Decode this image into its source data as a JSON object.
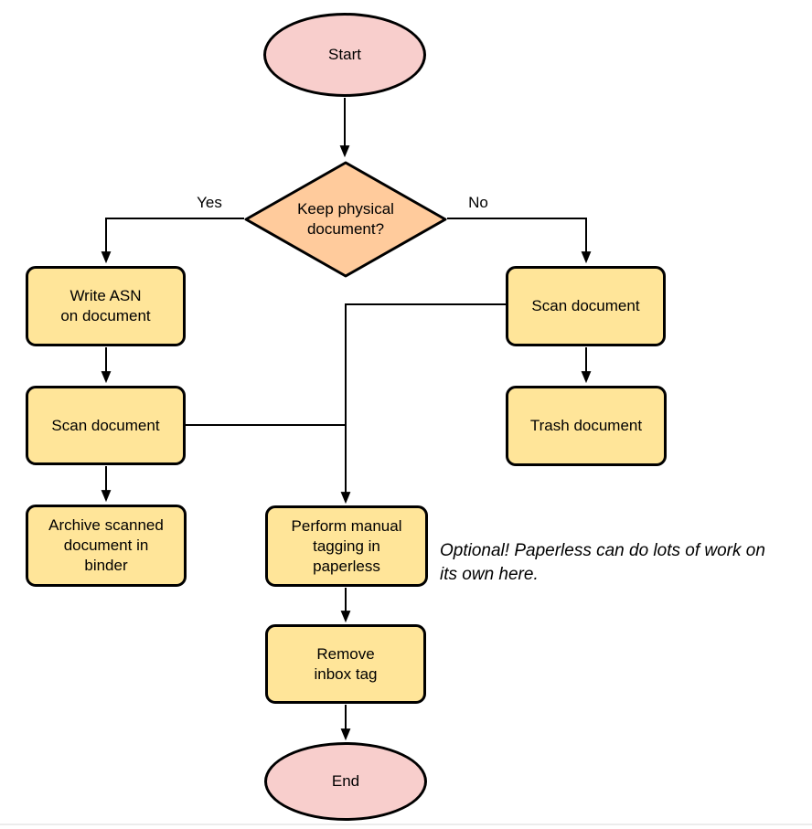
{
  "palette": {
    "terminal_fill": "#f8cecc",
    "decision_fill": "#ffcb9c",
    "process_fill": "#ffe599",
    "stroke": "#000000",
    "line": "#000000"
  },
  "flowchart": {
    "nodes": {
      "start": {
        "label": "Start",
        "type": "terminal"
      },
      "decision": {
        "label": "Keep physical\ndocument?",
        "type": "decision"
      },
      "write_asn": {
        "label": "Write ASN\non document",
        "type": "process"
      },
      "scan_left": {
        "label": "Scan document",
        "type": "process"
      },
      "archive": {
        "label": "Archive scanned\ndocument in\nbinder",
        "type": "process"
      },
      "scan_right": {
        "label": "Scan document",
        "type": "process"
      },
      "trash": {
        "label": "Trash document",
        "type": "process"
      },
      "perform_tagging": {
        "label": "Perform manual\ntagging in\npaperless",
        "type": "process"
      },
      "remove_inbox": {
        "label": "Remove\ninbox tag",
        "type": "process"
      },
      "end": {
        "label": "End",
        "type": "terminal"
      }
    },
    "edge_labels": {
      "yes": "Yes",
      "no": "No"
    },
    "annotation": "Optional! Paperless can do lots of work on\nits own here."
  }
}
